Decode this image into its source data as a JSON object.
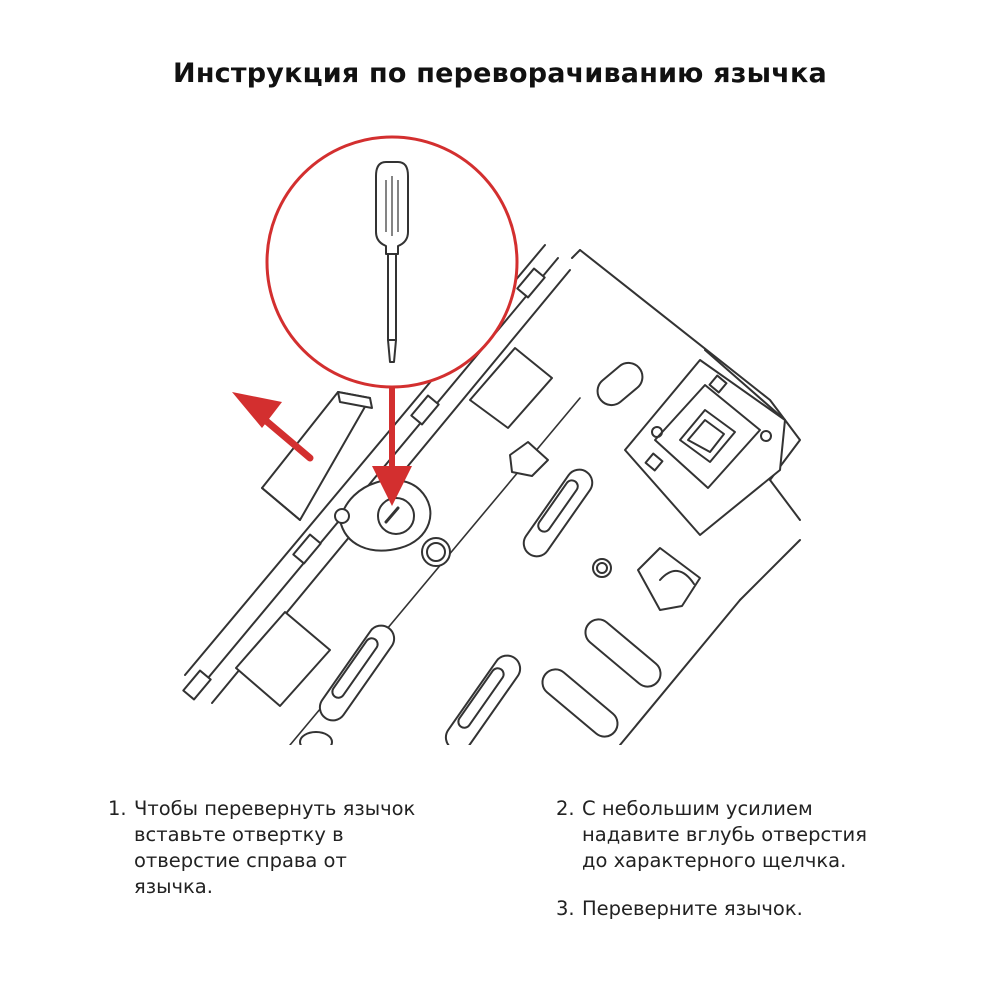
{
  "title": "Инструкция по переворачиванию язычка",
  "colors": {
    "accent": "#d32f2f",
    "line": "#333333",
    "text": "#222222"
  },
  "icons": {
    "tool": "screwdriver-icon",
    "arrow_direction": "arrow-up-left-icon",
    "arrow_insert": "arrow-down-icon"
  },
  "steps": [
    {
      "number": "1.",
      "text": "Чтобы перевернуть язычок\nвставьте отвертку в\nотверстие справа от\nязычка."
    },
    {
      "number": "2.",
      "text": "С небольшим усилием\nнадавите вглубь отверстия\nдо характерного щелчка."
    },
    {
      "number": "3.",
      "text": "Переверните язычок."
    }
  ]
}
